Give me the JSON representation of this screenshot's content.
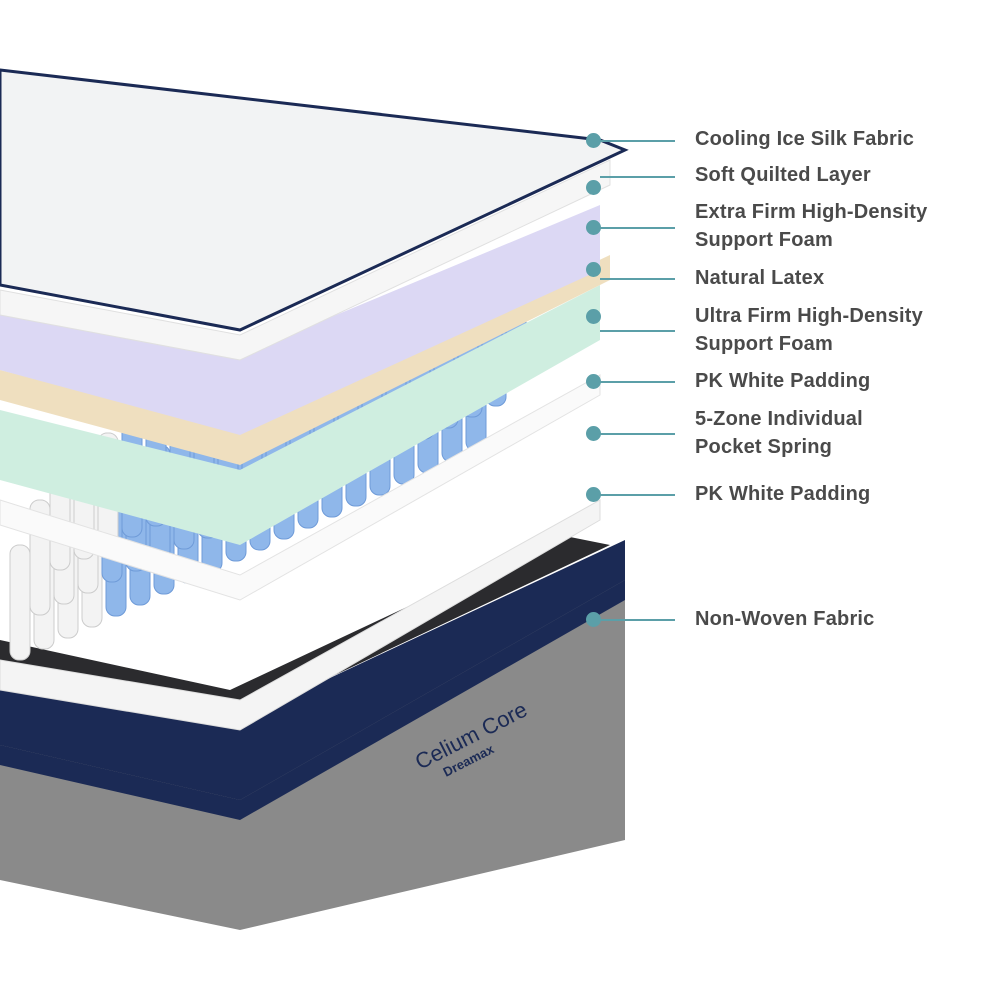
{
  "layers": [
    {
      "label": "Cooling Ice Silk Fabric"
    },
    {
      "label": "Soft Quilted Layer"
    },
    {
      "label": "Extra Firm High-Density Support Foam"
    },
    {
      "label": "Natural Latex"
    },
    {
      "label": "Ultra Firm High-Density Support Foam"
    },
    {
      "label": "PK White Padding"
    },
    {
      "label": "5-Zone Individual Pocket Spring"
    },
    {
      "label": "PK White Padding"
    },
    {
      "label": "Non-Woven Fabric"
    }
  ],
  "brand": {
    "product": "Celium Core",
    "maker": "Dreamax"
  },
  "colors": {
    "accent": "#5b9fa8",
    "navy": "#1b2a55",
    "grey": "#8a8a8a",
    "purple": "#dcd8f4",
    "latex": "#efdfbf",
    "green": "#cfeee0",
    "spring": "#8fb7ea"
  }
}
